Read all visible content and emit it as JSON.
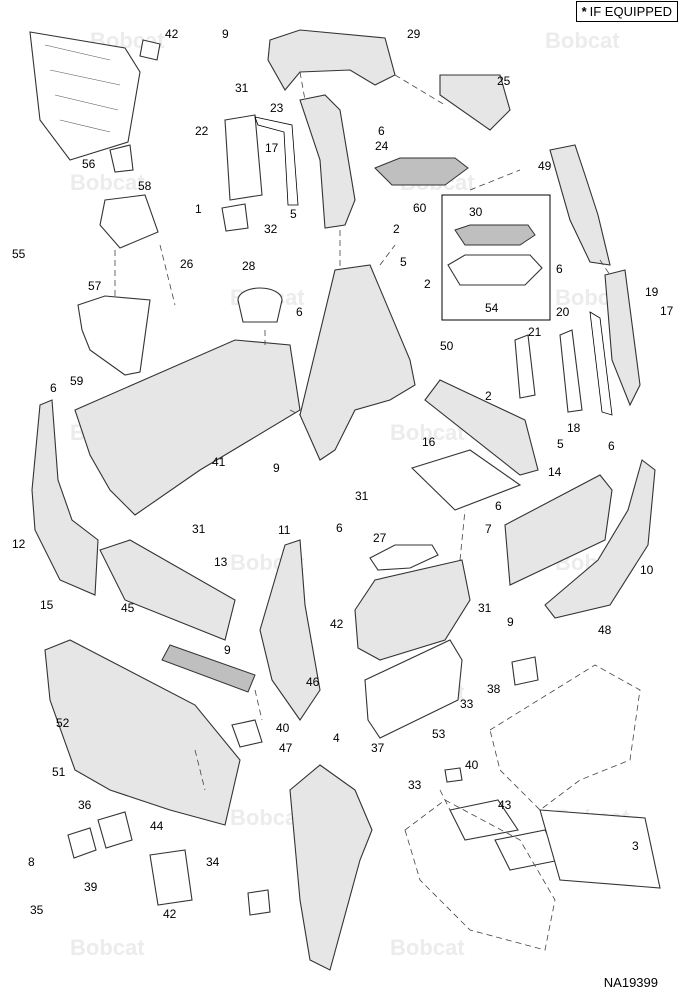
{
  "legend": {
    "symbol": "*",
    "text": "IF EQUIPPED"
  },
  "reference_code": "NA19399",
  "watermark": "Bobcat",
  "callouts": [
    "42",
    "9",
    "29",
    "31",
    "23",
    "22",
    "6",
    "24",
    "25",
    "17",
    "1",
    "5",
    "2",
    "56",
    "58",
    "32",
    "60",
    "49",
    "30",
    "55",
    "26",
    "28",
    "57",
    "5",
    "2",
    "6",
    "19",
    "54",
    "20",
    "17",
    "59",
    "6",
    "50",
    "21",
    "6",
    "2",
    "18",
    "5",
    "6",
    "16",
    "41",
    "9",
    "31",
    "14",
    "12",
    "6",
    "7",
    "11",
    "27",
    "6",
    "31",
    "13",
    "10",
    "45",
    "15",
    "31",
    "9",
    "48",
    "9",
    "42",
    "38",
    "46",
    "52",
    "33",
    "40",
    "47",
    "51",
    "4",
    "37",
    "53",
    "40",
    "33",
    "36",
    "44",
    "43",
    "3",
    "8",
    "34",
    "39",
    "35",
    "42"
  ]
}
